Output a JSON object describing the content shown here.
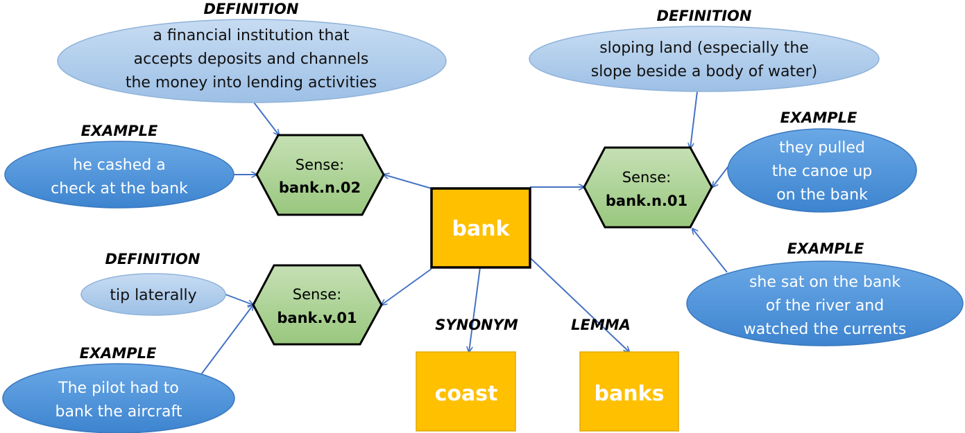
{
  "center_word": "bank",
  "senses": {
    "n02": {
      "prefix": "Sense:",
      "id": "bank.n.02"
    },
    "n01": {
      "prefix": "Sense:",
      "id": "bank.n.01"
    },
    "v01": {
      "prefix": "Sense:",
      "id": "bank.v.01"
    }
  },
  "related": {
    "synonym": {
      "label": "SYNONYM",
      "word": "coast"
    },
    "lemma": {
      "label": "LEMMA",
      "word": "banks"
    }
  },
  "definitions": {
    "n02": {
      "label": "DEFINITION",
      "lines": [
        "a financial institution that",
        "accepts deposits and channels",
        "the money into lending activities"
      ]
    },
    "n01": {
      "label": "DEFINITION",
      "lines": [
        "sloping land (especially the",
        "slope beside a body of water)"
      ]
    },
    "v01": {
      "label": "DEFINITION",
      "lines": [
        "tip laterally"
      ]
    }
  },
  "examples": {
    "n02": {
      "label": "EXAMPLE",
      "lines": [
        "he cashed a",
        "check at the bank"
      ]
    },
    "n01a": {
      "label": "EXAMPLE",
      "lines": [
        "they pulled",
        "the canoe up",
        "on the bank"
      ]
    },
    "n01b": {
      "label": "EXAMPLE",
      "lines": [
        "she sat on the bank",
        "of the river and",
        "watched the currents"
      ]
    },
    "v01": {
      "label": "EXAMPLE",
      "lines": [
        "The pilot had to",
        "bank the aircraft"
      ]
    }
  },
  "colors": {
    "definition_fill": "#a9c8ea",
    "example_fill": "#4f93d8",
    "sense_fill": "#a9d08e",
    "box_fill": "#ffc000",
    "edge": "#4472c4"
  }
}
